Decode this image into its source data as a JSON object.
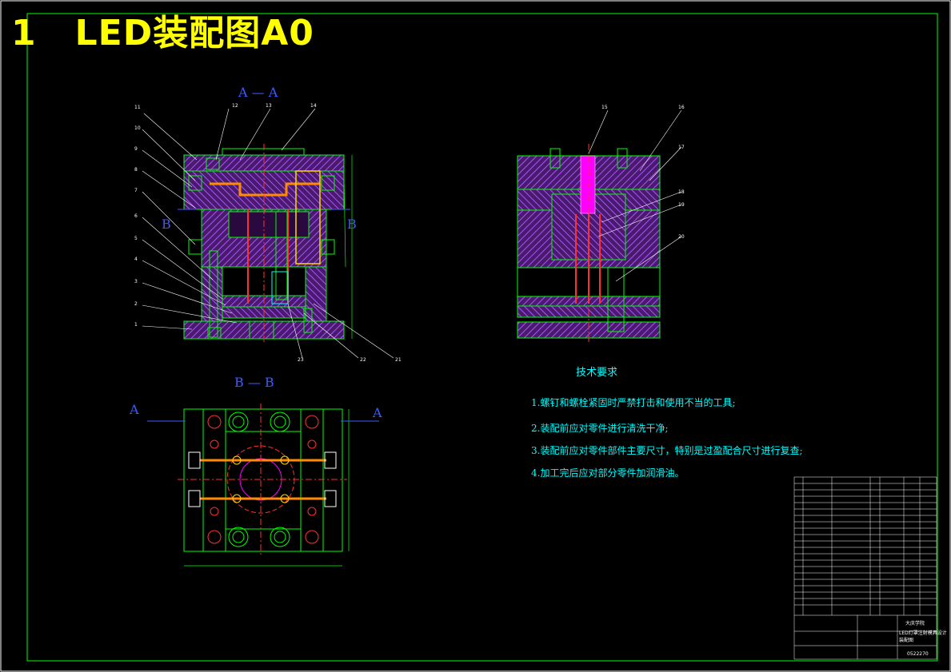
{
  "title": {
    "number": "1",
    "text": "LED装配图A0"
  },
  "section_labels": {
    "front_view": "A — A",
    "top_view": "B — B",
    "cut_a_letter": "A",
    "cut_b_letter": "B"
  },
  "technical_requirements": {
    "heading": "技术要求",
    "items": [
      "1.螺钉和螺栓紧固时严禁打击和使用不当的工具;",
      "2.装配前应对零件进行清洗干净;",
      "3.装配前应对零件部件主要尺寸，特别是过盈配合尺寸进行复查;",
      "4.加工完后应对部分零件加润滑油。"
    ]
  },
  "balloons": {
    "left": [
      "11",
      "10",
      "9",
      "8",
      "7",
      "6",
      "5",
      "4",
      "3",
      "2",
      "1"
    ],
    "top": [
      "12",
      "13",
      "14"
    ],
    "bottom": [
      "23",
      "22",
      "21"
    ],
    "right_view": [
      "15",
      "16",
      "17",
      "18",
      "19",
      "20"
    ]
  },
  "title_block": {
    "school": "大庆学院",
    "drawing_name": "LED灯罩注射模具设计",
    "drawing_sub": "装配图",
    "code": "0522270"
  },
  "colors": {
    "background": "#000000",
    "frame": "#00ff00",
    "title": "#ffff00",
    "notes": "#00ffff",
    "section_labels": "#3b5bff",
    "hatch": "#a855f7",
    "parts": "#ff3030",
    "insert": "#ff00ff",
    "screws": "#ffd700"
  }
}
